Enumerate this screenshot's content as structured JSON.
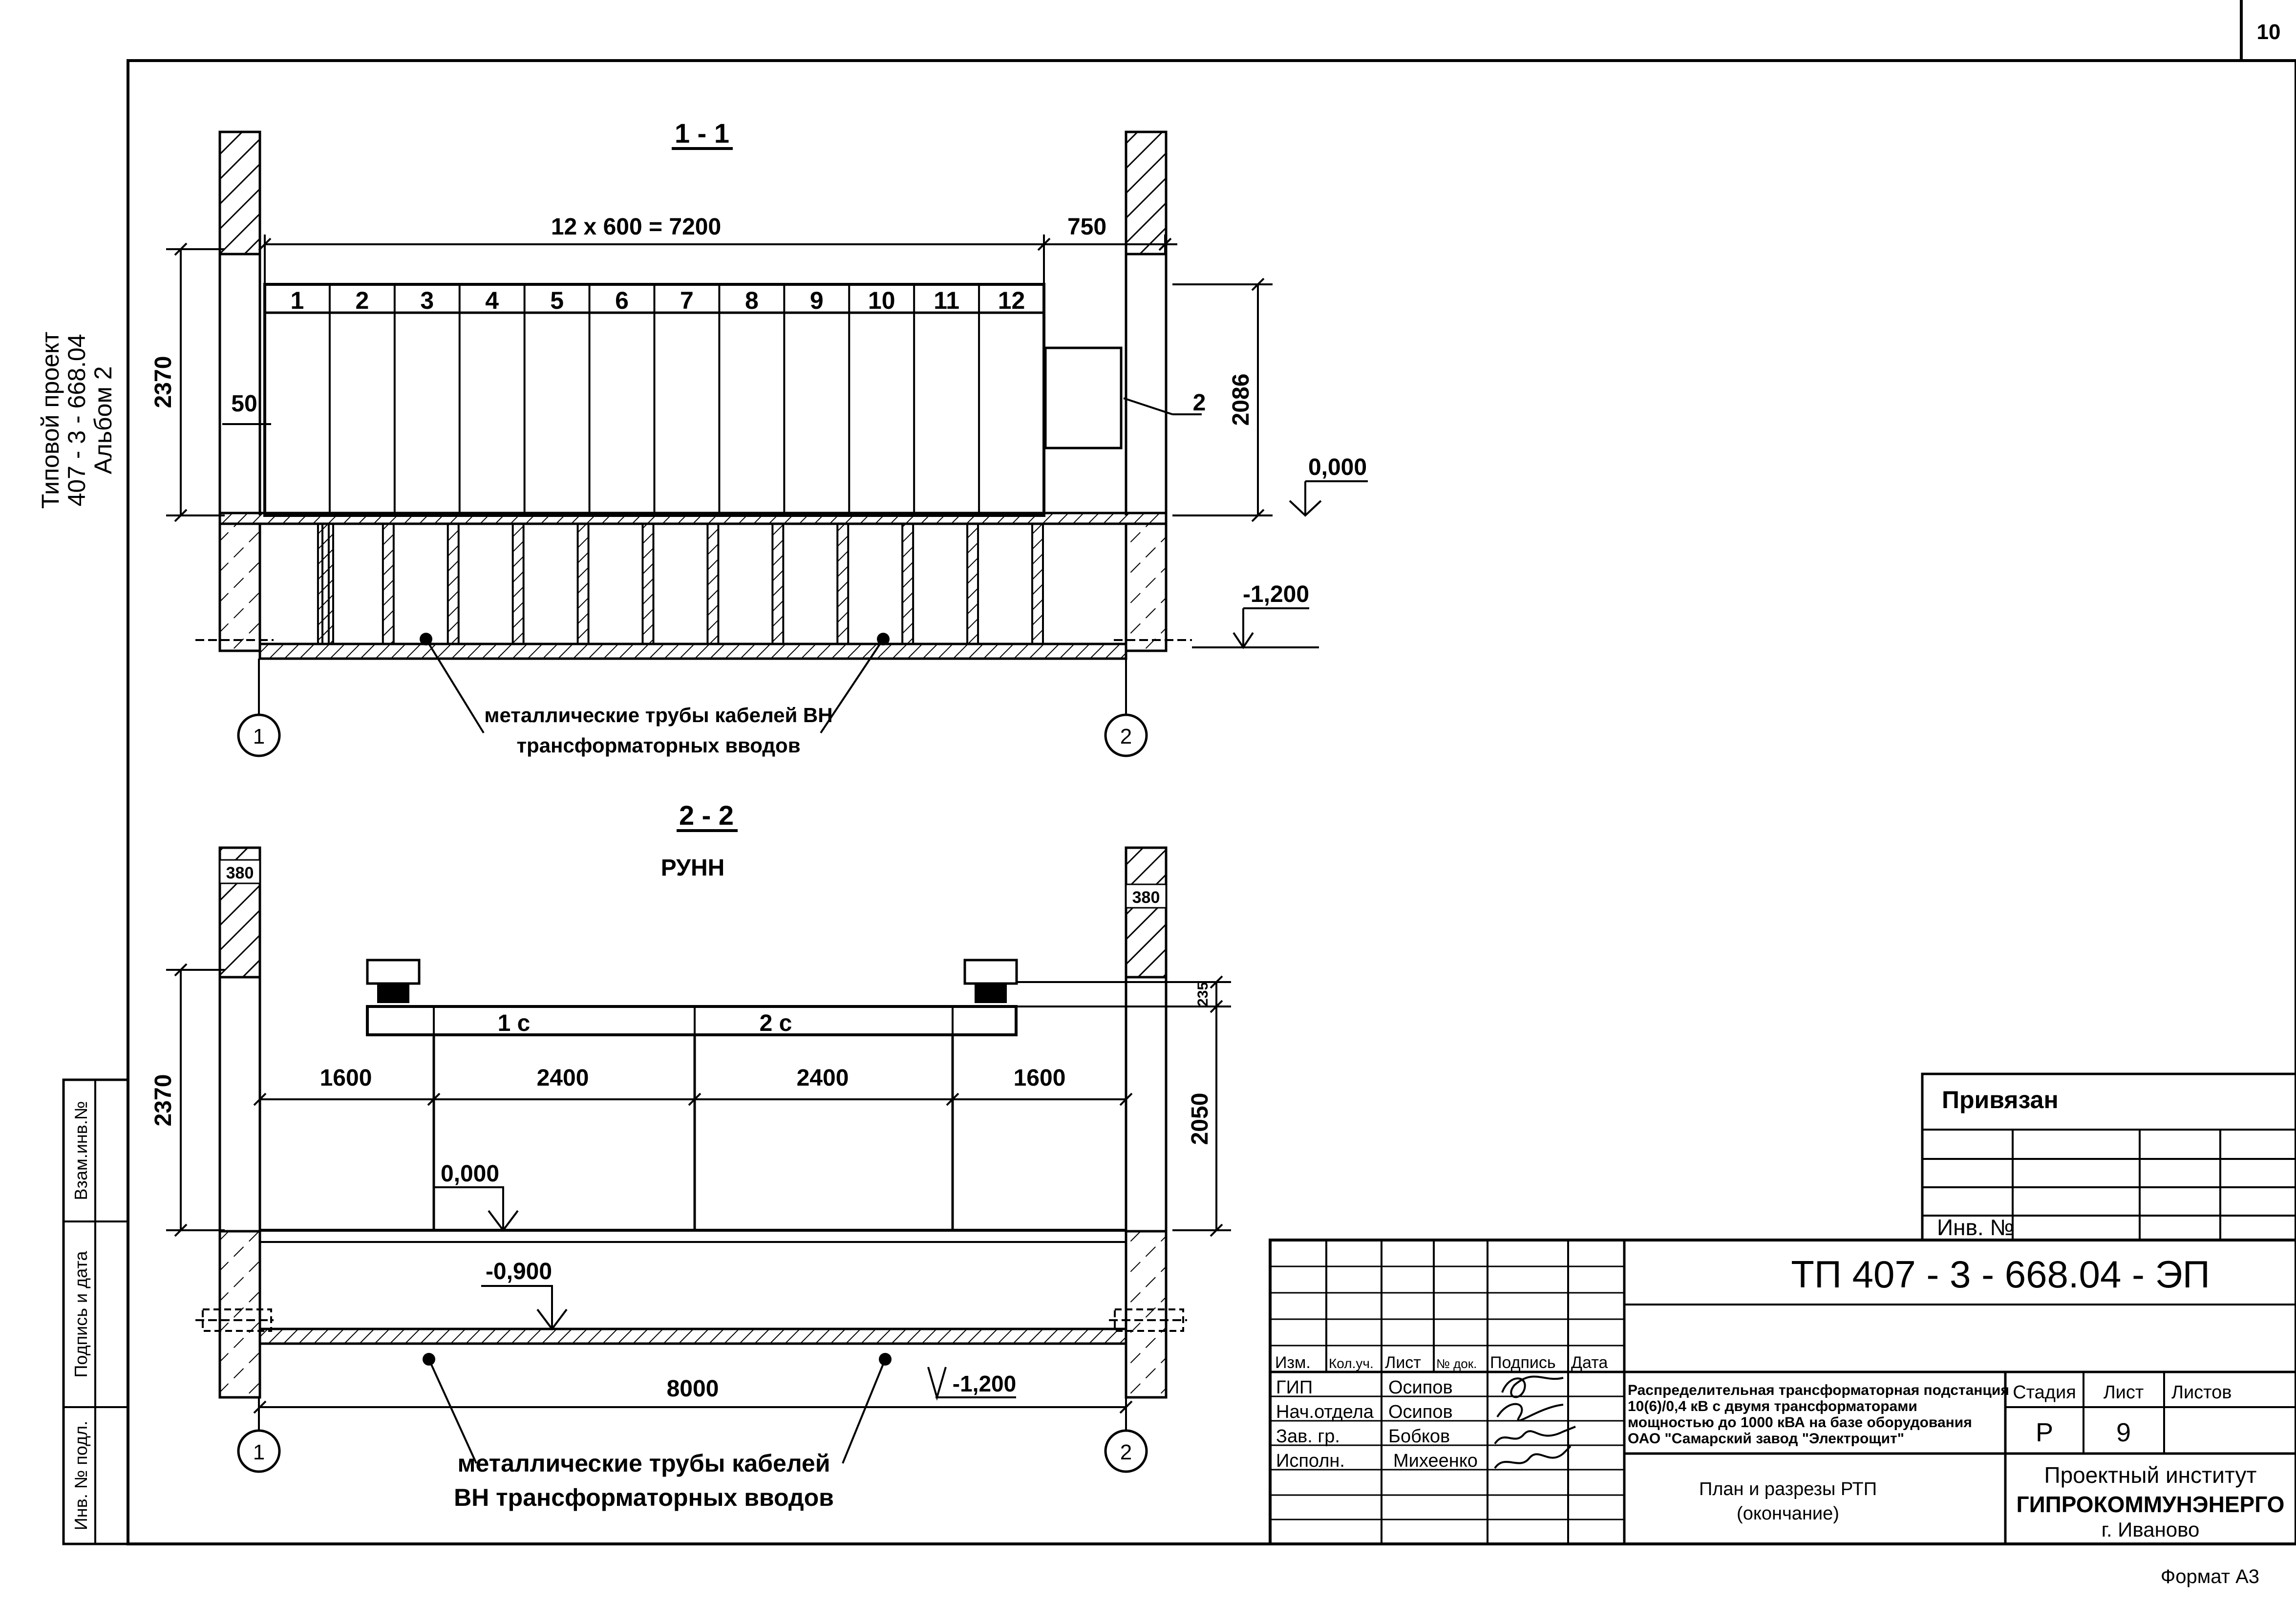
{
  "sheet": {
    "page_number": "10",
    "format": "Формат А3",
    "side_title": [
      "Типовой проект",
      "407 - 3 - 668.04",
      "Альбом  2"
    ],
    "side_stamp": [
      "Взам.инв.№",
      "Подпись и дата",
      "Инв. № подл."
    ]
  },
  "section_1": {
    "title": "1 - 1",
    "span_label": "12 х 600 = 7200",
    "gap_label": "750",
    "height_left": "2370",
    "height_right": "2086",
    "offset_label": "50",
    "cabinets": [
      "1",
      "2",
      "3",
      "4",
      "5",
      "6",
      "7",
      "8",
      "9",
      "10",
      "11",
      "12"
    ],
    "callout_2": "2",
    "level_zero": "0,000",
    "level_floor": "-1,200",
    "axis_1": "1",
    "axis_2": "2",
    "note_lines": [
      "металлические трубы кабелей ВН",
      "трансформаторных вводов"
    ]
  },
  "section_2": {
    "title": "2 - 2",
    "subtitle": "РУНН",
    "wall_left": "380",
    "wall_right": "380",
    "top_dim": "235",
    "height_left": "2370",
    "height_right": "2050",
    "busbar_1": "1 с",
    "busbar_2": "2 с",
    "dims": [
      "1600",
      "2400",
      "2400",
      "1600"
    ],
    "level_zero": "0,000",
    "level_mid": "-0,900",
    "level_floor": "-1,200",
    "span": "8000",
    "axis_1": "1",
    "axis_2": "2",
    "note_lines": [
      "металлические трубы кабелей",
      "ВН трансформаторных вводов"
    ]
  },
  "title_block": {
    "bound_label": "Привязан",
    "inv_label": "Инв. №",
    "code": "ТП  407 - 3 - 668.04 - ЭП",
    "header_cells": [
      "Изм.",
      "Кол.уч.",
      "Лист",
      "№ док.",
      "Подпись",
      "Дата"
    ],
    "roles": [
      "ГИП",
      "Нач.отдела",
      "Зав. гр.",
      "Исполн."
    ],
    "names": [
      "Осипов",
      "Осипов",
      "Бобков",
      "Михеенко"
    ],
    "object_lines": [
      "Распределительная трансформаторная подстанция",
      "10(6)/0,4 кВ с двумя трансформаторами",
      "мощностью до 1000 кВА на базе оборудования",
      "ОАО \"Самарский завод \"Электрощит\""
    ],
    "stage_label": "Стадия",
    "sheet_label": "Лист",
    "sheets_label": "Листов",
    "stage_value": "Р",
    "sheet_value": "9",
    "drawing_title_lines": [
      "План и разрезы РТП",
      "(окончание)"
    ],
    "org_lines": [
      "Проектный институт",
      "ГИПРОКОММУНЭНЕРГО",
      "г. Иваново"
    ]
  }
}
